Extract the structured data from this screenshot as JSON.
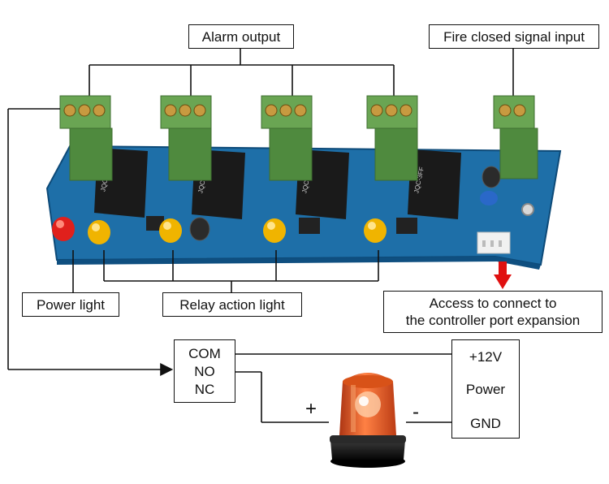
{
  "labels": {
    "alarm_output": "Alarm output",
    "fire_closed_signal_input": "Fire closed signal input",
    "power_light": "Power light",
    "relay_action_light": "Relay action light",
    "access_line1": "Access to connect to",
    "access_line2": "the controller port expansion"
  },
  "relay_contacts": {
    "com": "COM",
    "no": "NO",
    "nc": "NC"
  },
  "power_supply": {
    "voltage": "+12V",
    "label": "Power",
    "ground": "GND"
  },
  "beacon_polarity": {
    "positive": "+",
    "negative": "-"
  },
  "relay_print": {
    "model": "JQC-3FF"
  },
  "colors": {
    "board": "#1e6fa8",
    "terminal": "#5f9b4a",
    "relay": "#1a1a1a",
    "power_led": "#e0201c",
    "relay_led": "#f0b400",
    "arrow": "#e01010",
    "beacon": "#e8501a"
  }
}
